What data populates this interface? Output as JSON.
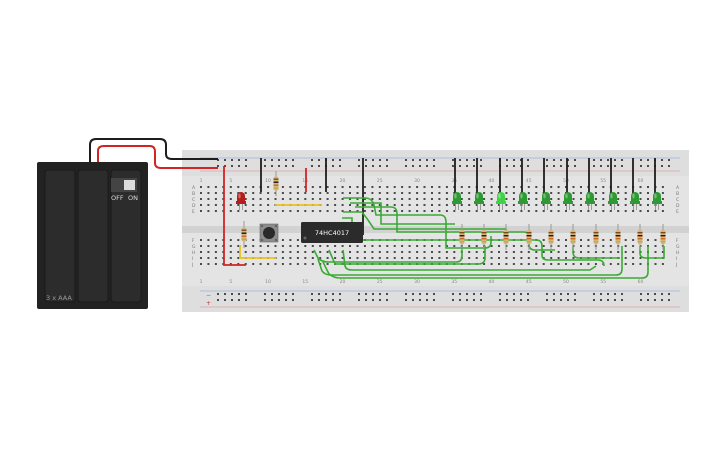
{
  "battery": {
    "label": "3 x AAA",
    "switch_off": "OFF",
    "switch_on": "ON"
  },
  "chip": {
    "label": "74HC4017"
  },
  "breadboard": {
    "row_letters_top": [
      "A",
      "B",
      "C",
      "D",
      "E"
    ],
    "row_letters_bottom": [
      "F",
      "G",
      "H",
      "I",
      "J"
    ],
    "column_numbers": [
      "1",
      "5",
      "10",
      "15",
      "20",
      "25",
      "30",
      "35",
      "40",
      "45",
      "50",
      "55",
      "60"
    ]
  },
  "leds": {
    "input_color": "#b51c1c",
    "output_color": "#2e9a33",
    "lit_color": "#3fd444",
    "lit_index": 2,
    "count": 10
  },
  "colors": {
    "board": "#e4e4e4",
    "battery": "#222222",
    "wire_green": "#3aaa35",
    "wire_yellow": "#e8c21c",
    "wire_red": "#d22424",
    "wire_black": "#1d1d1d",
    "chip": "#2b2b2b"
  }
}
